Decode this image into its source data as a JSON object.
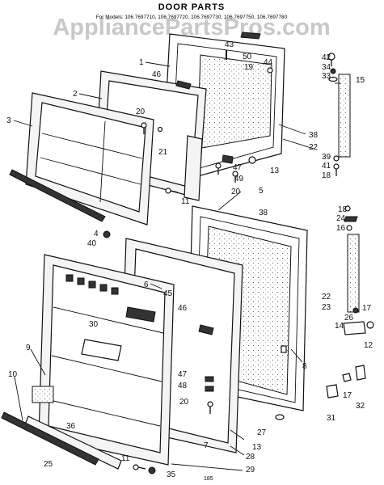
{
  "watermark": "AppliancePartsPros.com",
  "title": "DOOR PARTS",
  "models_line": "For Models: 106.7697710, 106.7697720, 106.7697730, 106.7697750, 106.7697780",
  "page_number": "185",
  "colors": {
    "ink": "#111111",
    "paper": "#ffffff",
    "watermark": "#c8c8c8"
  },
  "labels": {
    "p1": "1",
    "p2": "2",
    "p3": "3",
    "p4": "4",
    "p5": "5",
    "p6": "6",
    "p7": "7",
    "p8": "8",
    "p9": "9",
    "p10": "10",
    "p11a": "11",
    "p11b": "11",
    "p12": "12",
    "p13a": "13",
    "p13b": "13",
    "p14": "14",
    "p15": "15",
    "p16": "16",
    "p17a": "17",
    "p17b": "17",
    "p18a": "18",
    "p18b": "18",
    "p19": "19",
    "p20a": "20",
    "p20b": "20",
    "p20c": "20",
    "p21": "21",
    "p22a": "22",
    "p22b": "22",
    "p23": "23",
    "p24": "24",
    "p25": "25",
    "p26": "26",
    "p27": "27",
    "p28": "28",
    "p29": "29",
    "p30": "30",
    "p31": "31",
    "p32": "32",
    "p33": "33",
    "p34": "34",
    "p35": "35",
    "p36": "36",
    "p38a": "38",
    "p38b": "38",
    "p39": "39",
    "p40": "40",
    "p41": "41",
    "p42": "42",
    "p43": "43",
    "p44": "44",
    "p45": "45",
    "p46a": "46",
    "p46b": "46",
    "p47a": "47",
    "p47b": "47",
    "p48": "48",
    "p49": "49",
    "p50": "50"
  }
}
